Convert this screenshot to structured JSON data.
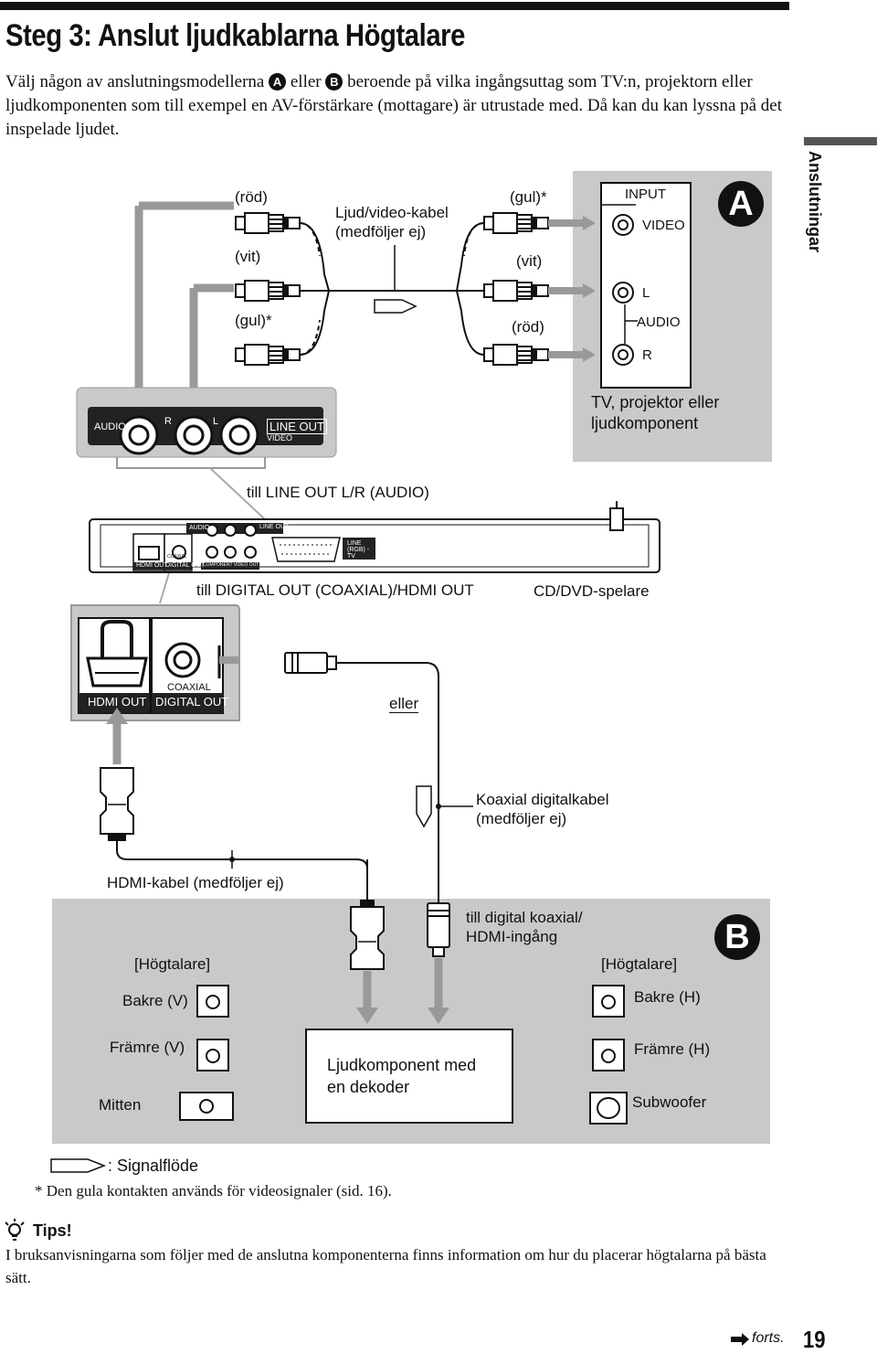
{
  "page": {
    "title": "Steg 3: Anslut ljudkablarna Högtalare",
    "intro_part1": "Välj någon av anslutningsmodellerna",
    "intro_a": "A",
    "intro_mid": "eller",
    "intro_b": "B",
    "intro_part2": "beroende på vilka ingångsuttag som TV:n, projektorn eller ljudkomponenten som till exempel en AV-förstärkare (mottagare) är utrustade med. Då kan du kan lyssna på det inspelade ljudet.",
    "side_tab": "Anslutningar",
    "page_number": "19",
    "forts": "forts."
  },
  "diagram_a": {
    "badge": "A",
    "cable_labels": {
      "rod_left": "(röd)",
      "vit_left": "(vit)",
      "gul_left": "(gul)*",
      "cable": "Ljud/video-kabel\n(medföljer ej)",
      "gul_right": "(gul)*",
      "vit_right": "(vit)",
      "rod_right": "(röd)"
    },
    "tv_panel": {
      "input": "INPUT",
      "video": "VIDEO",
      "l": "L",
      "audio": "AUDIO",
      "r": "R"
    },
    "tv_caption": "TV, projektor eller\nljudkomponent",
    "player_panel": {
      "audio": "AUDIO",
      "r": "R",
      "l": "L",
      "line_out": "LINE OUT",
      "video": "VIDEO"
    },
    "to_line_out": "till LINE OUT L/R (AUDIO)",
    "to_digital_out": "till DIGITAL OUT (COAXIAL)/HDMI OUT",
    "player_name": "CD/DVD-spelare",
    "rear_panel": {
      "audio": "AUDIO",
      "line_out": "LINE OUT",
      "hdmi_out": "HDMI OUT",
      "coaxial": "COAXIAL",
      "digital_out": "DIGITAL OUT",
      "component": "COMPONENT VIDEO OUT",
      "line_rgb": "LINE (RGB) - TV"
    }
  },
  "diagram_b": {
    "badge": "B",
    "zoom_panel": {
      "hdmi_out": "HDMI OUT",
      "coaxial": "COAXIAL",
      "digital_out": "DIGITAL OUT"
    },
    "or": "eller",
    "coax_cable": "Koaxial digitalkabel\n(medföljer ej)",
    "hdmi_cable": "HDMI-kabel (medföljer ej)",
    "to_input": "till digital koaxial/\nHDMI-ingång",
    "speakers_left": "[Högtalare]",
    "speakers_right": "[Högtalare]",
    "rear_left": "Bakre (V)",
    "front_left": "Främre (V)",
    "center": "Mitten",
    "rear_right": "Bakre (H)",
    "front_right": "Främre (H)",
    "subwoofer": "Subwoofer",
    "decoder": "Ljudkomponent med\nen dekoder"
  },
  "notes": {
    "signal_flow": ": Signalflöde",
    "footnote": "* Den gula kontakten används för videosignaler (sid. 16).",
    "tips_title": "Tips!",
    "tips_text": "I bruksanvisningarna som följer med de anslutna komponenterna finns information om hur du placerar högtalarna på bästa sätt."
  }
}
